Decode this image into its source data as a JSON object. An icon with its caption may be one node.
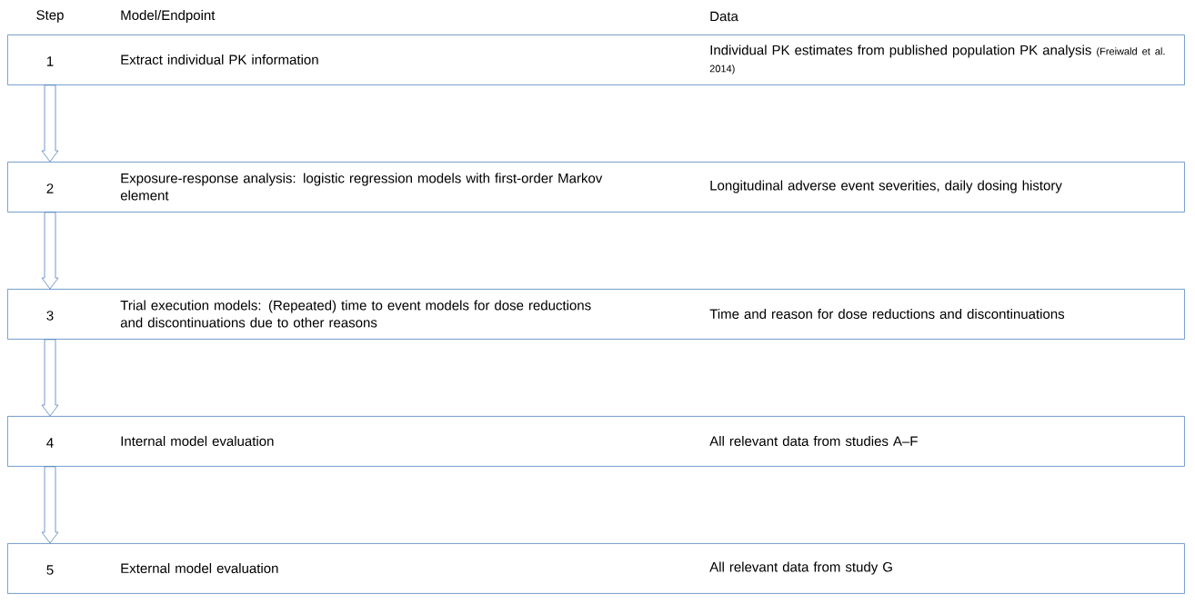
{
  "diagram": {
    "nodes": [
      {
        "text": [
          "1",
          "Extract individual PK information",
          "Individual PK estimates from published population PK analysis",
          "(Freiwald et al. 2014)"
        ]
      },
      {
        "text": [
          "2",
          "Exposure-response analysis: logistic regression models with first-order Markov element",
          "Longitudinal adverse event severities, daily dosing history"
        ]
      },
      {
        "text": [
          "3",
          "Trial execution models: (Repeated) time to event models for dose reductions and discontinuations due to other reasons",
          "Time and reason for dose reductions and discontinuations"
        ]
      },
      {
        "text": [
          "4",
          "Internal model evaluation",
          "All relevant data from studies A–F"
        ]
      },
      {
        "text": [
          "5",
          "External model evaluation",
          "All relevant data from study G"
        ]
      }
    ],
    "edges": [
      {
        "from": 0,
        "to": 1,
        "arrow": "to"
      },
      {
        "from": 1,
        "to": 2,
        "arrow": "to"
      },
      {
        "from": 2,
        "to": 3,
        "arrow": "to"
      },
      {
        "from": 3,
        "to": 4,
        "arrow": "to"
      }
    ],
    "labels": [
      "Step",
      "Model/Endpoint",
      "Data"
    ]
  }
}
